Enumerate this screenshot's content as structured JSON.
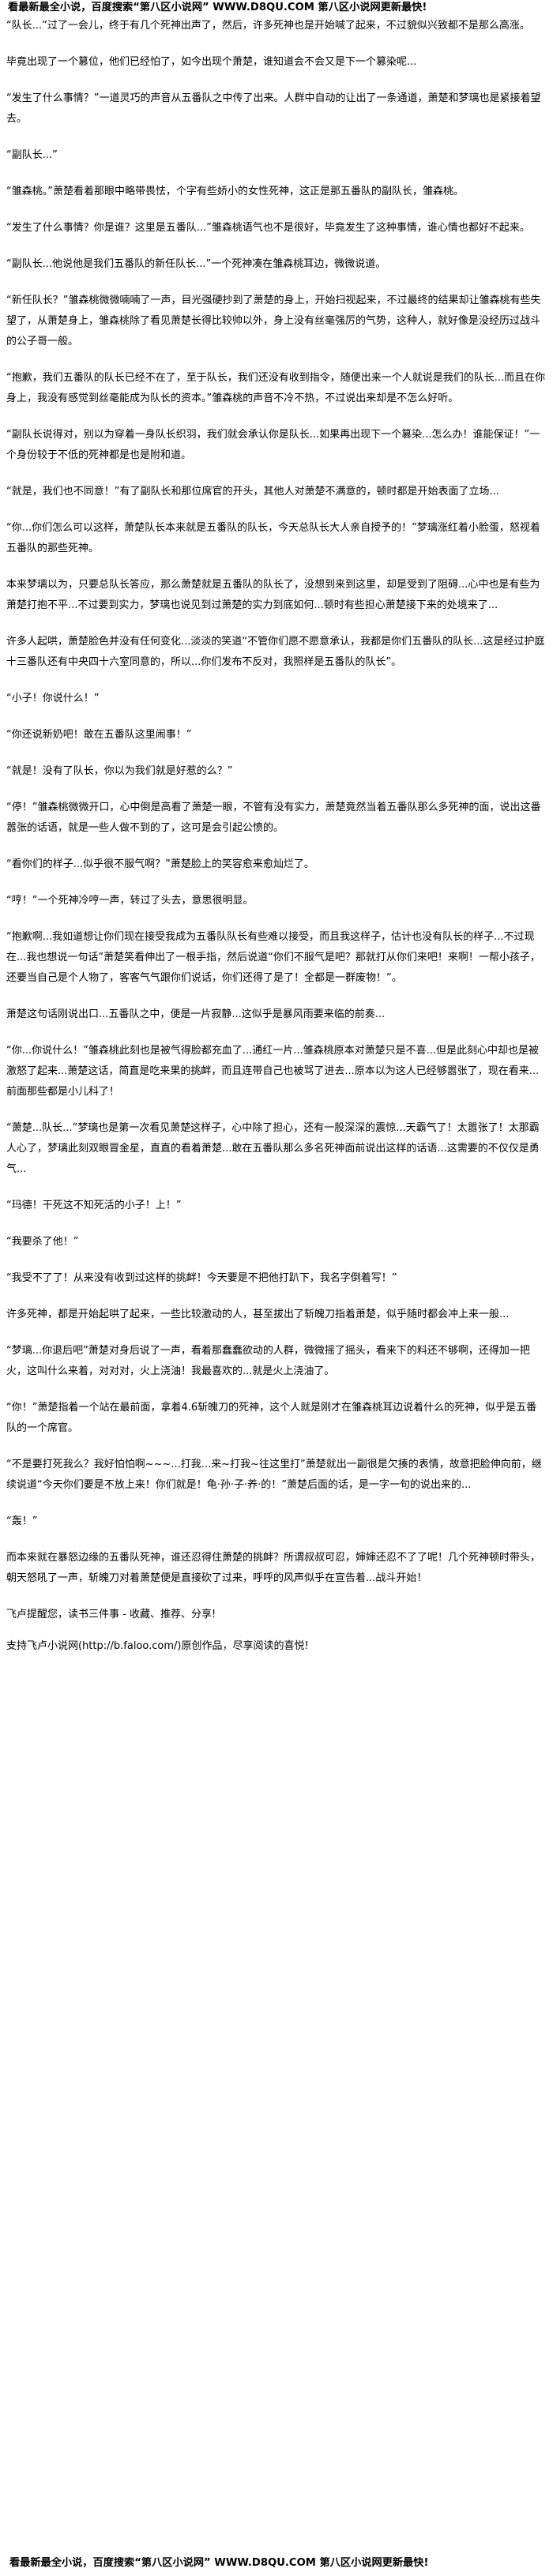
{
  "header": {
    "banner": "看最新最全小说，百度搜索“第八区小说网” WWW.D8QU.COM 第八区小说网更新最快!"
  },
  "paragraphs": [
    "“队长...”过了一会儿，终于有几个死神出声了，然后，许多死神也是开始喊了起来，不过貌似兴致都不是那么高涨。",
    "毕竟出现了一个篡位，他们已经怕了，如今出现个萧楚，谁知道会不会又是下一个篡染呢...",
    "“发生了什么事情？”一道灵巧的声音从五番队之中传了出来。人群中自动的让出了一条通道，萧楚和梦璃也是紧接着望去。",
    "“副队长...”",
    "“雏森桃。”萧楚看着那眼中略带畏怯，个字有些娇小的女性死神，这正是那五番队的副队长，雏森桃。",
    "“发生了什么事情？你是谁？这里是五番队...”雏森桃语气也不是很好，毕竟发生了这种事情，谁心情也都好不起来。",
    "“副队长...他说他是我们五番队的新任队长...”一个死神凑在雏森桃耳边，微微说道。",
    "“新任队长？”雏森桃微微喃喃了一声，目光强硬抄到了萧楚的身上，开始扫视起来，不过最终的结果却让雏森桃有些失望了，从萧楚身上，雏森桃除了看见萧楚长得比较帅以外，身上没有丝毫强厉的气势，这种人，就好像是没经历过战斗的公子哥一般。",
    "“抱歉，我们五番队的队长已经不在了，至于队长，我们还没有收到指令，随便出来一个人就说是我们的队长...而且在你身上，我没有感觉到丝毫能成为队长的资本。”雏森桃的声音不冷不热，不过说出来却是不怎么好听。",
    "“副队长说得对，别以为穿着一身队长织羽，我们就会承认你是队长...如果再出现下一个篡染...怎么办！谁能保证！”一个身份较于不低的死神都是也是附和道。",
    "“就是，我们也不同意！”有了副队长和那位席官的开头，其他人对萧楚不满意的，顿时都是开始表面了立场...",
    "“你...你们怎么可以这样，萧楚队长本来就是五番队的队长，今天总队长大人亲自授予的！”梦璃涨红着小脸蛋，怒视着五番队的那些死神。",
    "本来梦璃以为，只要总队长答应，那么萧楚就是五番队的队长了，没想到来到这里，却是受到了阻碍...心中也是有些为萧楚打抱不平...不过要到实力，梦璃也说见到过萧楚的实力到底如何...顿时有些担心萧楚接下来的处境来了...",
    "许多人起哄，萧楚脸色并没有任何变化...淡淡的笑道“不管你们愿不愿意承认，我都是你们五番队的队长...这是经过护庭十三番队还有中央四十六室同意的，所以...你们发布不反对，我照样是五番队的队长”。",
    "“小子！你说什么！”",
    "“你还说新奶吧！敢在五番队这里闹事！”",
    "“就是！没有了队长，你以为我们就是好惹的么？”",
    "“停！”雏森桃微微开口，心中倒是高看了萧楚一眼，不管有没有实力，萧楚竟然当着五番队那么多死神的面，说出这番嚣张的话语，就是一些人做不到的了，这可是会引起公愤的。",
    "“看你们的样子...似乎很不服气啊？”萧楚脸上的笑容愈来愈灿烂了。",
    "“哼！”一个死神冷哼一声，转过了头去，意思很明显。",
    "“抱歉啊...我如道想让你们现在接受我成为五番队队长有些难以接受，而且我这样子，估计也没有队长的样子...不过现在...我也想说一句话”萧楚笑看伸出了一根手指，然后说道“你们不服气是吧？那就打从你们来吧！来啊！一帮小孩子，还要当自己是个人物了，客客气气跟你们说话，你们还得了是了！全都是一群废物！”。",
    "萧楚这句话刚说出口...五番队之中，便是一片寂静...这似乎是暴风雨要来临的前奏...",
    "“你...你说什么！”雏森桃此刻也是被气得脸都充血了...通红一片...雏森桃原本对萧楚只是不喜...但是此刻心中却也是被激怒了起来...萧楚这话，简直是吃来果的挑衅，而且连带自己也被骂了进去...原本以为这人已经够嚣张了，现在看来...前面那些都是小儿科了！",
    "“萧楚...队长...”梦璃也是第一次看见萧楚这样子，心中除了担心，还有一股深深的震惊...天霸气了！太嚣张了！太那霸人心了，梦璃此刻双眼冒金星，直直的看着萧楚...敢在五番队那么多名死神面前说出这样的话语...这需要的不仅仅是勇气...",
    "“玛德！干死这不知死活的小子！上！”",
    "“我要杀了他！”",
    "“我受不了了！从来没有收到过这样的挑衅！今天要是不把他打趴下，我名字倒着写！”",
    "许多死神，都是开始起哄了起来，一些比较激动的人，甚至拔出了斩魄刀指着萧楚，似乎随时都会冲上来一般...",
    "“梦璃...你退后吧”萧楚对身后说了一声，看着那蠢蠢欲动的人群，微微摇了摇头，看来下的料还不够啊，还得加一把火，这叫什么来着，对对对，火上浇油！我最喜欢的...就是火上浇油了。",
    "“你！”萧楚指着一个站在最前面，拿着4.6斩魄刀的死神，这个人就是刚才在雏森桃耳边说着什么的死神，似乎是五番队的一个席官。",
    "“不是要打死我么？我好怕怕啊~~~...打我...来~打我~往这里打”萧楚就出一副很是欠揍的表情，故意把脸伸向前，继续说道“今天你们要是不放上来！你们就是！龟·孙·子·养·的！”萧楚后面的话，是一字一句的说出来的...",
    "“轰！”",
    "而本来就在暴怒边缘的五番队死神，谁还忍得住萧楚的挑衅？所谓叔叔可忍，婶婶还忍不了了呢！几个死神顿时带头，朝天怒吼了一声，斩魄刀对着萧楚便是直接砍了过来，呼呼的风声似乎在宣告着...战斗开始！"
  ],
  "footer": {
    "promo": "飞卢提醒您，读书三件事 - 收藏、推荐、分享!",
    "support": "支持飞卢小说网(http://b.faloo.com/)原创作品，尽享阅读的喜悦!",
    "banner": "看最新最全小说，百度搜索“第八区小说网” WWW.D8QU.COM 第八区小说网更新最快!"
  }
}
